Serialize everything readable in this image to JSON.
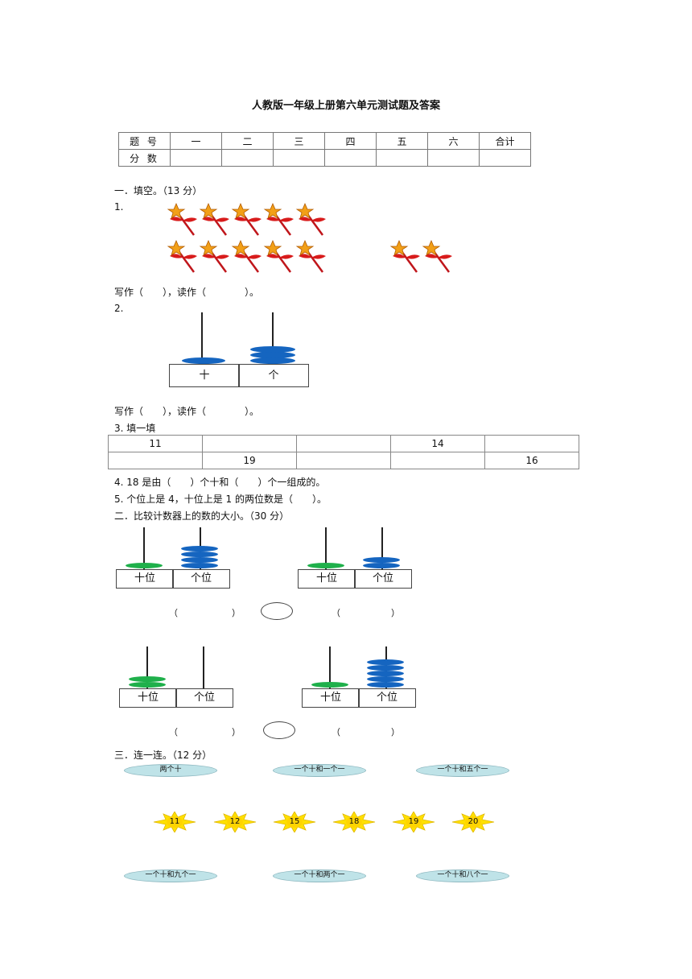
{
  "title": "人教版一年级上册第六单元测试题及答案",
  "score_table": {
    "row1_header": "题 号",
    "row2_header": "分 数",
    "columns": [
      "一",
      "二",
      "三",
      "四",
      "五",
      "六",
      "合计"
    ]
  },
  "section1": {
    "heading": "一．填空。（13 分）",
    "q1_label": "1.",
    "q1_answer_line": "写作（　　），读作（　　　　）。",
    "q2_label": "2.",
    "q2_place_tens": "十",
    "q2_place_ones": "个",
    "q2_answer_line": "写作（　　），读作（　　　　）。",
    "q3_label": "3. 填一填",
    "q3_row1": [
      "11",
      "",
      "",
      "14",
      ""
    ],
    "q3_row2": [
      "",
      "19",
      "",
      "",
      "16"
    ],
    "q4": "4. 18 是由（　　）个十和（　　）个一组成的。",
    "q5": "5. 个位上是 4，十位上是 1 的两位数是（　　）。"
  },
  "section2": {
    "heading": "二．比较计数器上的数的大小。（30 分）",
    "tens_label": "十位",
    "ones_label": "个位",
    "paren_left": "（",
    "paren_right": "）"
  },
  "section3": {
    "heading": "三．连一连。（12 分）",
    "top_labels": [
      "两个十",
      "一个十和一个一",
      "一个十和五个一"
    ],
    "numbers": [
      "11",
      "12",
      "15",
      "18",
      "19",
      "20"
    ],
    "bottom_labels": [
      "一个十和九个一",
      "一个十和两个一",
      "一个十和八个一"
    ]
  },
  "colors": {
    "tens_bead": "#1fb04b",
    "ones_bead": "#1565c0",
    "sun": "#ffe000",
    "oval": "#bfe3e8"
  }
}
